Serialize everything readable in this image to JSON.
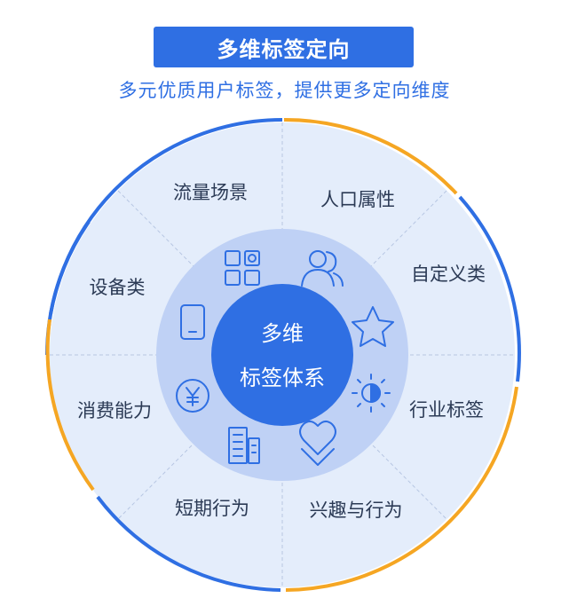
{
  "title": "多维标签定向",
  "subtitle": "多元优质用户标签，提供更多定向维度",
  "center": {
    "line1": "多维",
    "line2": "标签体系"
  },
  "segments": [
    {
      "label": "流量场景",
      "icon": "grid-icon"
    },
    {
      "label": "人口属性",
      "icon": "users-icon"
    },
    {
      "label": "自定义类",
      "icon": "star-icon"
    },
    {
      "label": "行业标签",
      "icon": "sun-icon"
    },
    {
      "label": "兴趣与行为",
      "icon": "heart-icon"
    },
    {
      "label": "短期行为",
      "icon": "building-icon"
    },
    {
      "label": "消费能力",
      "icon": "yen-icon"
    },
    {
      "label": "设备类",
      "icon": "phone-icon"
    }
  ],
  "colors": {
    "primary": "#2f6fe3",
    "outer_fill": "#e4edfb",
    "ring_fill": "#bfd1f5",
    "center_fill": "#2f6fe3",
    "arc_blue": "#2f6fe3",
    "arc_orange": "#f5a623"
  }
}
